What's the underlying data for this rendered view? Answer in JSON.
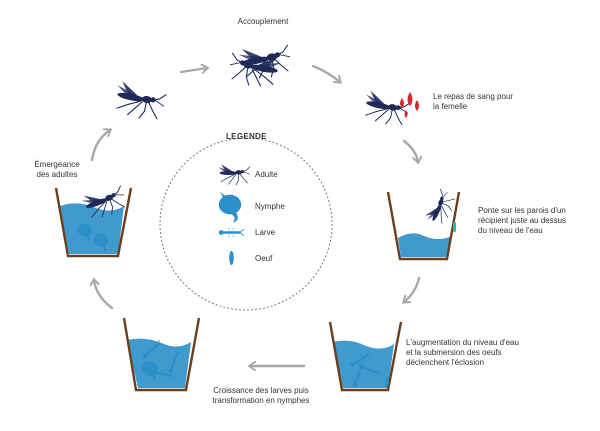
{
  "stages": {
    "accouplement": "Accouplement",
    "repas_line1": "Le repas de sang pour",
    "repas_line2": "la femelle",
    "ponte_line1": "Ponte sur les parois d'un",
    "ponte_line2": "récipient juste au dessus",
    "ponte_line3": "du niveau de l'eau",
    "eclosion_line1": "L'augmentation du niveau d'eau",
    "eclosion_line2": "et la submersion des oeufs",
    "eclosion_line3": "déclenchent l'éclosion",
    "croissance_line1": "Croissance des larves puis",
    "croissance_line2": "transformation en nymphes",
    "emergence_line1": "Émergeance",
    "emergence_line2": "des adultes"
  },
  "legend": {
    "title": "LEGENDE",
    "adulte": "Adulte",
    "nymphe": "Nymphe",
    "larve": "Larve",
    "oeuf": "Oeuf"
  },
  "colors": {
    "mosquito": "#1f2a5a",
    "water": "#2b8fc9",
    "blood": "#d42a2a",
    "arrow": "#a8a8a8",
    "cup": "#6b3f1e"
  }
}
